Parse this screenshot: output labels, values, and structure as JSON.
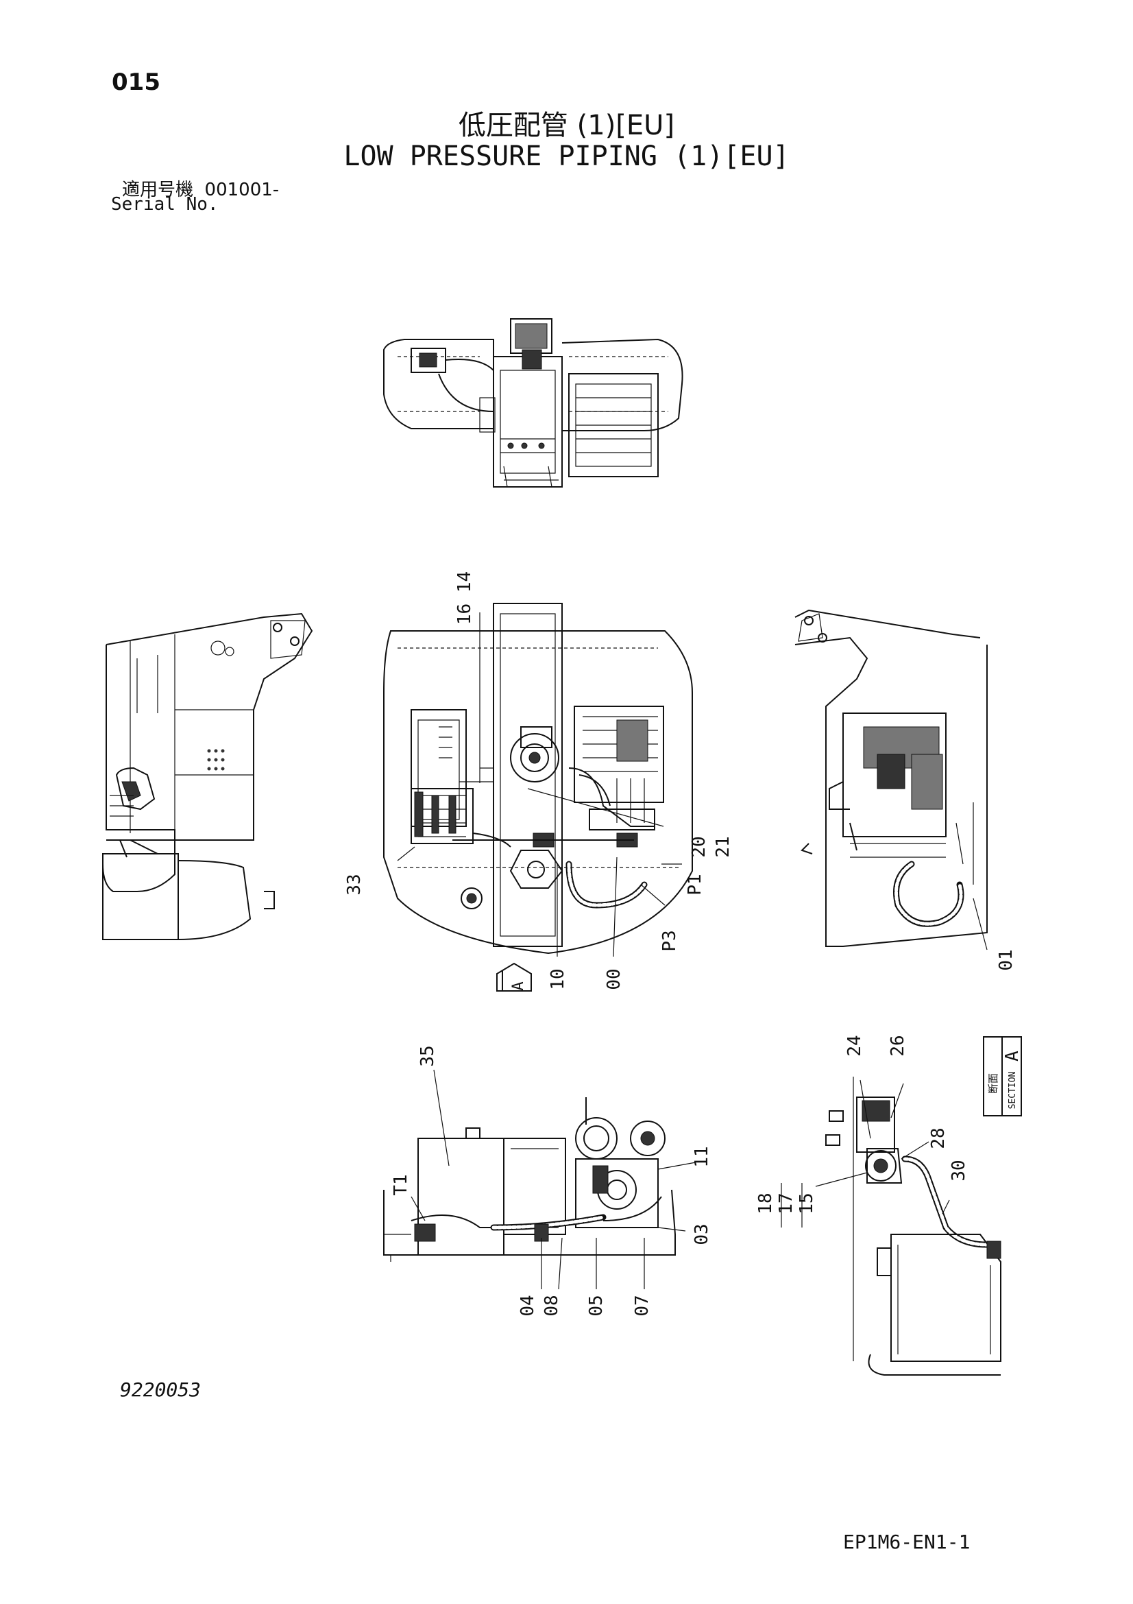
{
  "header": {
    "page_number": "015",
    "title_jp": "低圧配管 (1)[EU]",
    "title_en": "LOW PRESSURE PIPING (1)[EU]",
    "serial_label_jp": "適用号機",
    "serial_value": "001001-",
    "serial_label_en": "Serial No."
  },
  "callouts": {
    "c16_14": "16 14",
    "c20": "20",
    "c21": "21",
    "c33": "33",
    "c10": "10",
    "c00": "00",
    "cP3": "P3",
    "cP1": "P1",
    "cA": "A",
    "c01": "01",
    "c35": "35",
    "cT1": "T1",
    "c11": "11",
    "c03": "03",
    "c04": "04",
    "c08": "08",
    "c05": "05",
    "c07": "07",
    "c24": "24",
    "c26": "26",
    "c28": "28",
    "c30": "30",
    "c18": "18",
    "c17": "17",
    "c15": "15"
  },
  "section_box": {
    "letter": "A",
    "label_jp": "断面",
    "label_en": "SECTION"
  },
  "footer": {
    "drawing_number": "9220053",
    "doc_code": "EP1M6-EN1-1"
  }
}
